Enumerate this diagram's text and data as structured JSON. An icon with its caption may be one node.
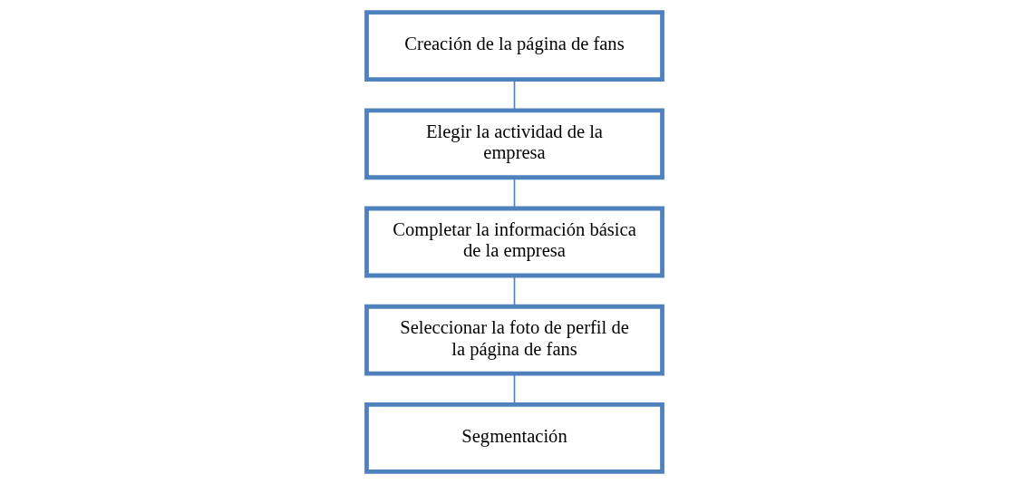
{
  "diagram": {
    "nodes": [
      {
        "text": [
          "Creación de la página de fans"
        ]
      },
      {
        "text": [
          "Elegir la actividad de la empresa"
        ]
      },
      {
        "text": [
          "Completar la información básica de la empresa"
        ]
      },
      {
        "text": [
          "Seleccionar la foto de perfil de la página de fans"
        ]
      },
      {
        "text": [
          "Segmentación"
        ]
      }
    ],
    "edges": [
      {
        "from": 0,
        "to": 1,
        "arrow": "none"
      },
      {
        "from": 1,
        "to": 2,
        "arrow": "none"
      },
      {
        "from": 2,
        "to": 3,
        "arrow": "none"
      },
      {
        "from": 3,
        "to": 4,
        "arrow": "none"
      }
    ]
  }
}
